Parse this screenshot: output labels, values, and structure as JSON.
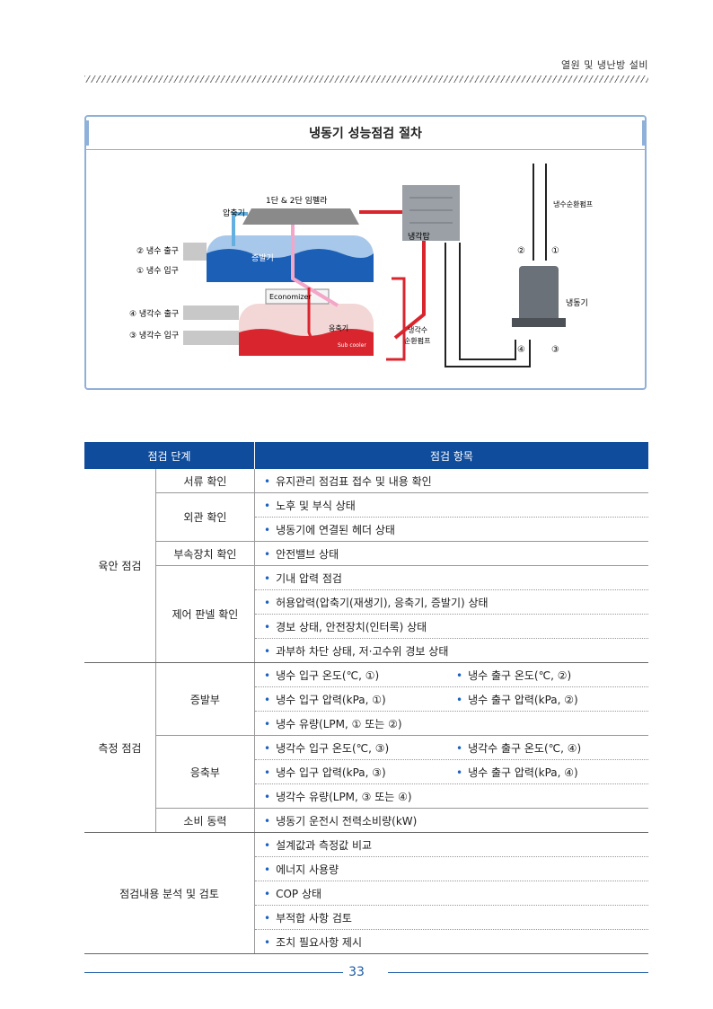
{
  "header": {
    "running_title": "열원 및 냉난방 설비"
  },
  "figure": {
    "title": "냉동기 성능점검 절차",
    "labels": {
      "compressor": "압축기",
      "impeller": "1단 & 2단 임펠라",
      "evaporator": "증발기",
      "economizer": "Economizer",
      "condenser": "응축기",
      "subcooler": "Sub cooler",
      "cw_out": "② 냉수 출구",
      "cw_in": "① 냉수 입구",
      "cool_out": "④ 냉각수 출구",
      "cool_in": "③ 냉각수 입구",
      "cooling_tower": "냉각탑",
      "cw_pump": "냉수순환펌프",
      "cool_pump_1": "냉각수",
      "cool_pump_2": "순환펌프",
      "chiller": "냉동기",
      "n1": "①",
      "n2": "②",
      "n3": "③",
      "n4": "④"
    }
  },
  "table": {
    "headers": [
      "점검 단계",
      "점검 항목"
    ],
    "visual": {
      "cat": "육안 점검",
      "sub": [
        "서류 확인",
        "외관 확인",
        "부속장치 확인",
        "제어 판넬 확인"
      ],
      "items": [
        "유지관리 점검표 접수 및 내용 확인",
        "노후 및 부식 상태",
        "냉동기에 연결된 헤더 상태",
        "안전밸브 상태",
        "기내 압력 점검",
        "허용압력(압축기(재생기), 응축기, 증발기) 상태",
        "경보 상태, 안전장치(인터록) 상태",
        "과부하 차단 상태, 저·고수위 경보 상태"
      ]
    },
    "measure": {
      "cat": "측정 점검",
      "sub": [
        "증발부",
        "응축부",
        "소비 동력"
      ],
      "evap": [
        [
          "냉수 입구 온도(℃, ①)",
          "냉수 출구 온도(℃, ②)"
        ],
        [
          "냉수 입구 압력(kPa, ①)",
          "냉수 출구 압력(kPa, ②)"
        ],
        [
          "냉수 유량(LPM, ① 또는 ②)"
        ]
      ],
      "cond": [
        [
          "냉각수 입구 온도(℃, ③)",
          "냉각수 출구 온도(℃, ④)"
        ],
        [
          "냉수 입구 압력(kPa, ③)",
          "냉수 출구 압력(kPa, ④)"
        ],
        [
          "냉각수 유량(LPM, ③ 또는 ④)"
        ]
      ],
      "power": "냉동기 운전시 전력소비량(kW)"
    },
    "analysis": {
      "cat": "점검내용 분석 및 검토",
      "items": [
        "설계값과 측정값 비교",
        "에너지 사용량",
        "COP 상태",
        "부적합 사항 검토",
        "조치 필요사항 제시"
      ]
    }
  },
  "footer": {
    "page_number": "33"
  }
}
